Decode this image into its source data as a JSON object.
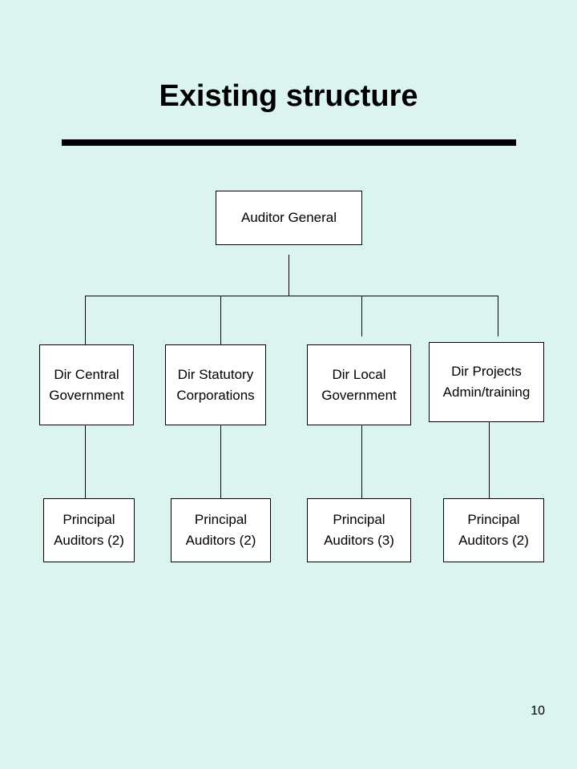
{
  "slide": {
    "title": "Existing structure",
    "page_number": "10"
  },
  "org_chart": {
    "root": "Auditor General",
    "directorates": [
      {
        "label": "Dir Central\nGovernment",
        "sub": "Principal\nAuditors (2)"
      },
      {
        "label": "Dir Statutory\nCorporations",
        "sub": "Principal\nAuditors (2)"
      },
      {
        "label": "Dir Local\nGovernment",
        "sub": "Principal\nAuditors (3)"
      },
      {
        "label": "Dir Projects\nAdmin/training",
        "sub": "Principal\nAuditors (2)"
      }
    ]
  }
}
